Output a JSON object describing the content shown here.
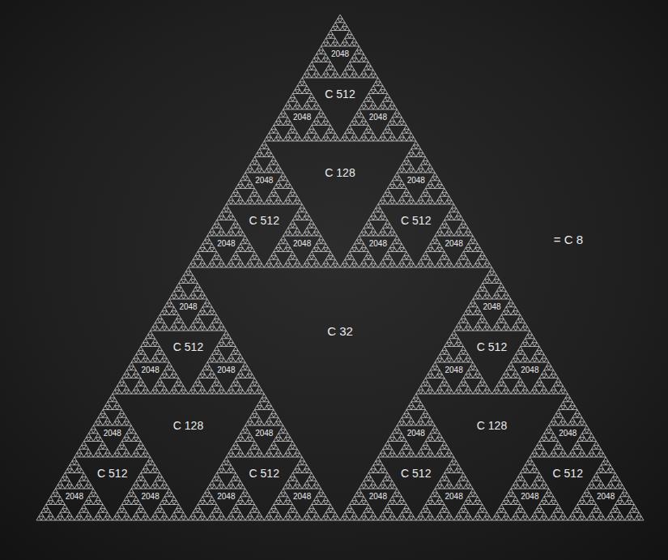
{
  "diagram": {
    "labels": [
      "C 32",
      "C 128",
      "C 128",
      "C 128",
      "C 512",
      "C 512",
      "C 512",
      "C 512",
      "C 512",
      "C 512",
      "C 512",
      "C 512",
      "C 512",
      "2048",
      "2048",
      "2048",
      "2048",
      "2048",
      "2048",
      "2048",
      "2048",
      "2048",
      "2048",
      "2048",
      "2048",
      "2048",
      "2048",
      "2048",
      "2048",
      "2048",
      "2048",
      "2048",
      "2048",
      "2048",
      "2048",
      "2048",
      "2048",
      "2048",
      "2048",
      "2048",
      "= C 8"
    ]
  }
}
